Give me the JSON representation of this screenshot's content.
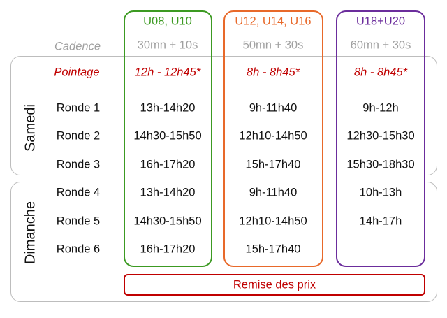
{
  "colors": {
    "u08": "#3c9a22",
    "u12": "#e8692a",
    "u18": "#6b2d9c",
    "accent": "#c00000",
    "gray": "#a0a0a0"
  },
  "categories": [
    {
      "name": "U08, U10",
      "cadence": "30mn + 10s",
      "pointage": "12h - 12h45*"
    },
    {
      "name": "U12, U14, U16",
      "cadence": "50mn + 30s",
      "pointage": "8h - 8h45*"
    },
    {
      "name": "U18+U20",
      "cadence": "60mn + 30s",
      "pointage": "8h - 8h45*"
    }
  ],
  "labels": {
    "cadence": "Cadence",
    "pointage": "Pointage",
    "samedi": "Samedi",
    "dimanche": "Dimanche",
    "remise": "Remise des prix"
  },
  "rounds": [
    {
      "label": "Ronde 1",
      "times": [
        "13h-14h20",
        "9h-11h40",
        "9h-12h"
      ]
    },
    {
      "label": "Ronde 2",
      "times": [
        "14h30-15h50",
        "12h10-14h50",
        "12h30-15h30"
      ]
    },
    {
      "label": "Ronde 3",
      "times": [
        "16h-17h20",
        "15h-17h40",
        "15h30-18h30"
      ]
    },
    {
      "label": "Ronde 4",
      "times": [
        "13h-14h20",
        "9h-11h40",
        "10h-13h"
      ]
    },
    {
      "label": "Ronde 5",
      "times": [
        "14h30-15h50",
        "12h10-14h50",
        "14h-17h"
      ]
    },
    {
      "label": "Ronde 6",
      "times": [
        "16h-17h20",
        "15h-17h40",
        ""
      ]
    }
  ]
}
